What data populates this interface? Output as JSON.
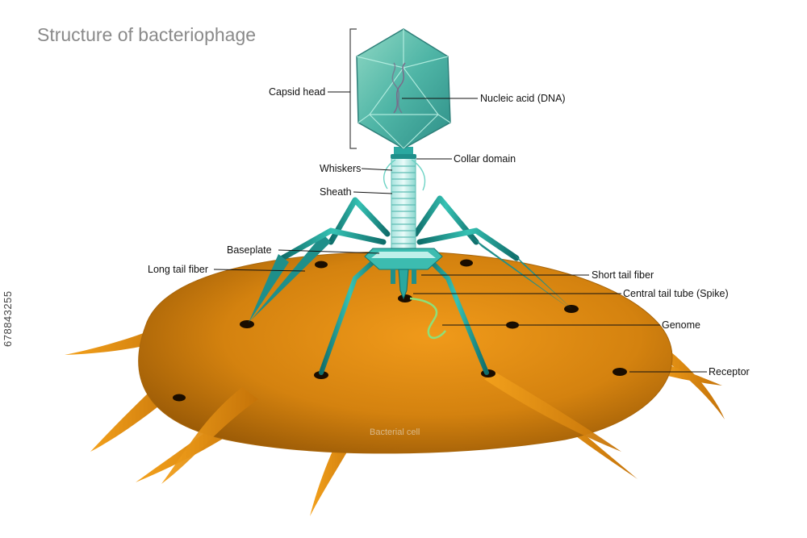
{
  "title": "Structure of bacteriophage",
  "cell_label": "Bacterial cell",
  "side_id": "678843255",
  "colors": {
    "cell": "#d98a12",
    "cell_dark": "#a85f05",
    "phage": "#2aa8a0",
    "phage_dark": "#0f6d6a",
    "capsid": "#6cc7b4",
    "title": "#8a8a8a"
  },
  "labels": {
    "capsid_head": "Capsid head",
    "nucleic_acid": "Nucleic acid (DNA)",
    "collar": "Collar domain",
    "whiskers": "Whiskers",
    "sheath": "Sheath",
    "baseplate": "Baseplate",
    "long_tail_fiber": "Long tail fiber",
    "short_tail_fiber": "Short tail fiber",
    "central_tube": "Central tail tube (Spike)",
    "genome": "Genome",
    "receptor": "Receptor"
  }
}
